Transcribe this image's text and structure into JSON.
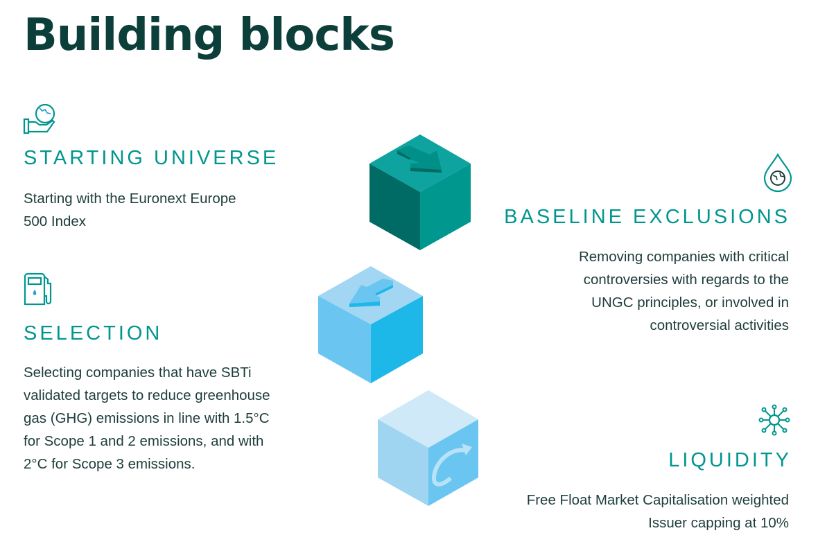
{
  "title": "Building blocks",
  "blocks": [
    {
      "heading": "STARTING UNIVERSE",
      "lines": [
        "Starting with the Euronext Europe",
        "500 Index"
      ],
      "icon": "globe-in-hand-icon"
    },
    {
      "heading": "BASELINE EXCLUSIONS",
      "lines": [
        "Removing companies with critical",
        "controversies with regards to the",
        "UNGC principles, or involved in",
        "controversial activities"
      ],
      "icon": "globe-in-drop-icon"
    },
    {
      "heading": "SELECTION",
      "lines": [
        "Selecting companies that have SBTi",
        "validated targets to reduce greenhouse",
        "gas (GHG) emissions in line with 1.5°C",
        "for Scope 1 and 2 emissions, and with",
        "2°C for Scope 3 emissions."
      ],
      "icon": "fuel-pump-icon"
    },
    {
      "heading": "LIQUIDITY",
      "lines": [
        "Free Float Market Capitalisation weighted",
        "Issuer capping at 10%"
      ],
      "icon": "network-hub-icon"
    }
  ],
  "colors": {
    "title": "#0d3f3a",
    "accent": "#00968f",
    "text": "#1d3d3a"
  }
}
